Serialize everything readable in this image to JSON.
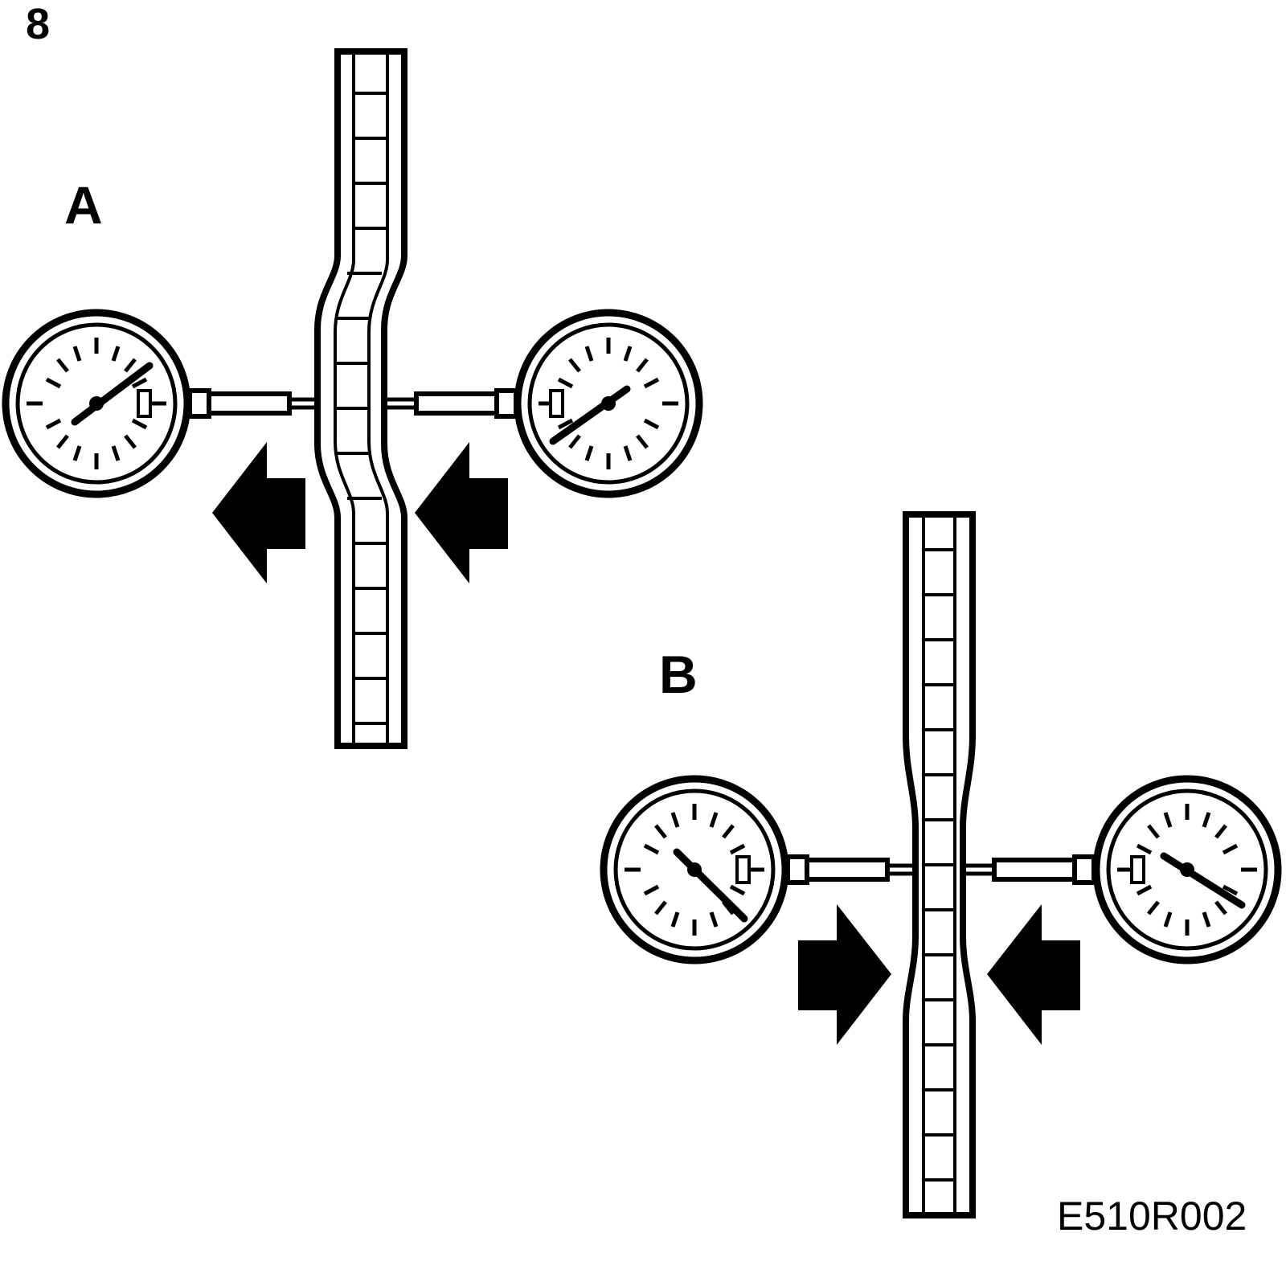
{
  "figure": {
    "number": "8",
    "code": "E510R002",
    "ink_color": "#000000",
    "background_color": "#ffffff"
  },
  "panels": [
    {
      "label": "A",
      "belt_shape": "bent",
      "arrow_direction": "left"
    },
    {
      "label": "B",
      "belt_shape": "pinched",
      "arrow_direction": "inward"
    }
  ]
}
